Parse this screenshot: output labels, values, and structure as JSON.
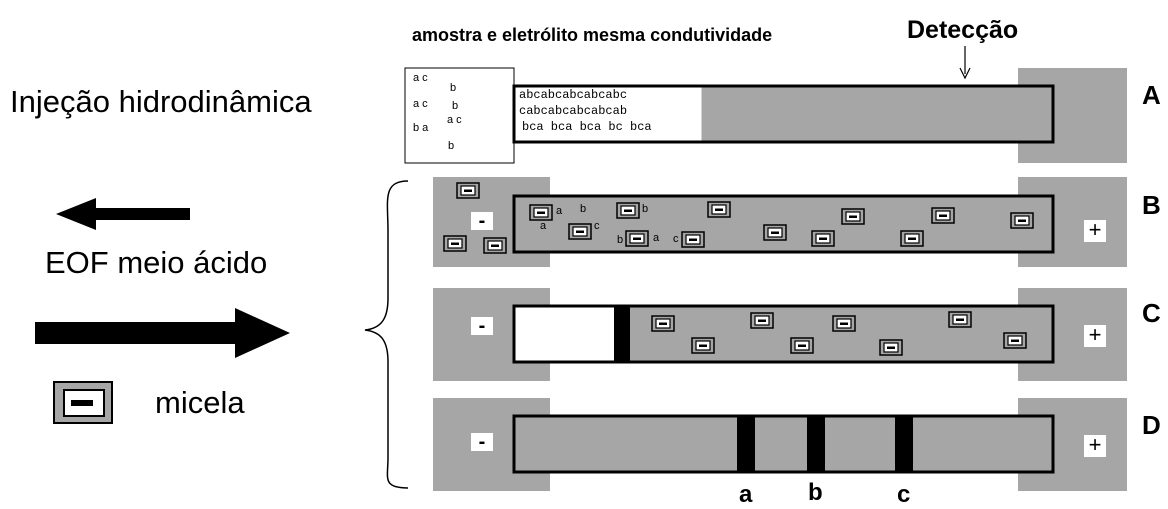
{
  "header": {
    "conductivity_note": "amostra e eletrólito mesma condutividade",
    "detection_label": "Detecção"
  },
  "left_panel": {
    "injection_title": "Injeção hidrodinâmica",
    "eof_label": "EOF meio ácido",
    "micelle_label": "micela"
  },
  "rows": {
    "A": {
      "label": "A",
      "vial_letters": [
        "a c",
        "b",
        "a c",
        "b",
        "b a",
        "a c",
        "b"
      ],
      "plug_lines": [
        "abcabcabcabcabc",
        "cabcabcabcabcab",
        "bca bca bca bc bca"
      ]
    },
    "B": {
      "label": "B",
      "minus": "-",
      "plus": "+",
      "letters": [
        "a",
        "b",
        "a",
        "c",
        "b",
        "b",
        "a",
        "c"
      ]
    },
    "C": {
      "label": "C",
      "minus": "-",
      "plus": "+"
    },
    "D": {
      "label": "D",
      "minus": "-",
      "plus": "+"
    }
  },
  "bands": [
    "a",
    "b",
    "c"
  ],
  "colors": {
    "reservoir_gray": "#a6a6a6",
    "capillary_gray": "#a6a6a6",
    "outline": "#000000",
    "background": "#ffffff"
  },
  "icons": {
    "micelle": "micelle-icon",
    "arrow_left": "arrow-left-icon",
    "arrow_right": "arrow-right-icon",
    "brace": "curly-brace-icon",
    "detector_arrow": "arrow-down-icon"
  }
}
